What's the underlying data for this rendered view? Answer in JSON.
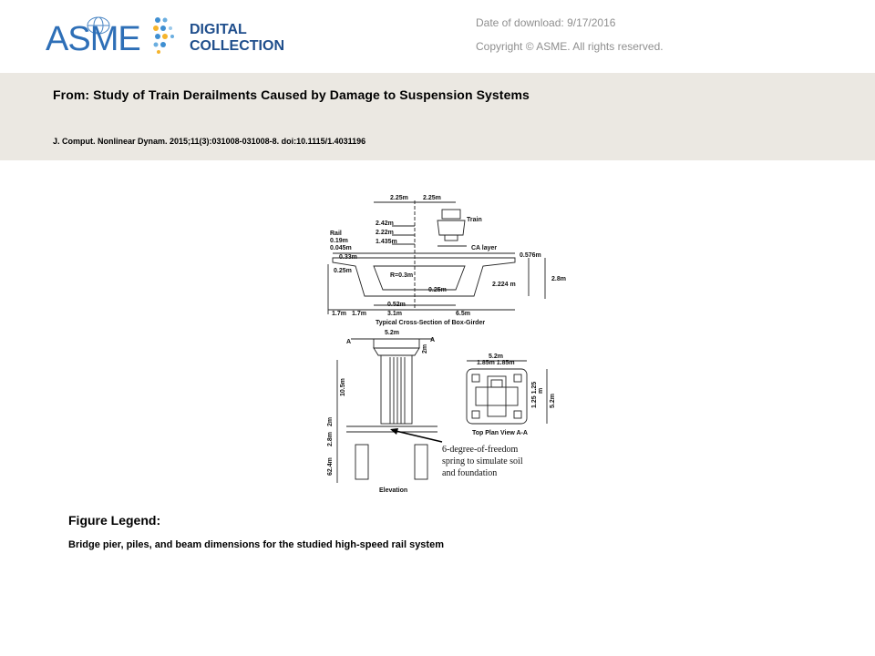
{
  "header": {
    "logo_text": "ASME",
    "logo_sub_line1": "DIGITAL",
    "logo_sub_line2": "COLLECTION",
    "date_label": "Date of download:  9/17/2016",
    "copyright": "Copyright © ASME. All rights reserved.",
    "band_color": "#ebe8e2"
  },
  "article": {
    "title": "From: Study of Train Derailments Caused by Damage to Suspension Systems",
    "citation": "J. Comput. Nonlinear Dynam. 2015;11(3):031008-031008-8. doi:10.1115/1.4031196"
  },
  "figure": {
    "section_caption": "Typical Cross-Section of Box-Girder",
    "top_plan_caption": "Top Plan View A-A",
    "elevation_caption": "Elevation",
    "label_train": "Train",
    "label_ca_layer": "CA layer",
    "label_rail": "Rail",
    "dim_2_25a": "2.25m",
    "dim_2_25b": "2.25m",
    "dim_2_42": "2.42m",
    "dim_2_22": "2.22m",
    "dim_1_435": "1.435m",
    "dim_0_19": "0.19m",
    "dim_0_045": "0.045m",
    "dim_0_33": "0.33m",
    "dim_0_25a": "0.25m",
    "dim_r": "R=0.3m",
    "dim_0_576": "0.576m",
    "dim_2_8": "2.8m",
    "dim_2_224": "2.224 m",
    "dim_0_25b": "0.25m",
    "dim_0_52": "0.52m",
    "dim_1_7a": "1.7m",
    "dim_1_7b": "1.7m",
    "dim_3_1": "3.1m",
    "dim_6_5": "6.5m",
    "elev_5_2": "5.2m",
    "label_a_left": "A",
    "label_a_right": "A",
    "elev_2m_a": "2m",
    "elev_10_5": "10.5m",
    "elev_2m_b": "2m",
    "elev_2_8": "2.8m",
    "elev_62_4": "62.4m",
    "plan_5_2": "5.2m",
    "plan_1_85": "1.85m 1.85m",
    "plan_1_25": "1.25 1.25",
    "plan_m": "m",
    "plan_5_2v": "5.2m",
    "annotation_line1": "6-degree-of-freedom",
    "annotation_line2": "spring to simulate soil",
    "annotation_line3": "and foundation"
  },
  "legend": {
    "heading": "Figure Legend:",
    "text": "Bridge pier, piles, and beam dimensions for the studied high-speed rail system"
  }
}
